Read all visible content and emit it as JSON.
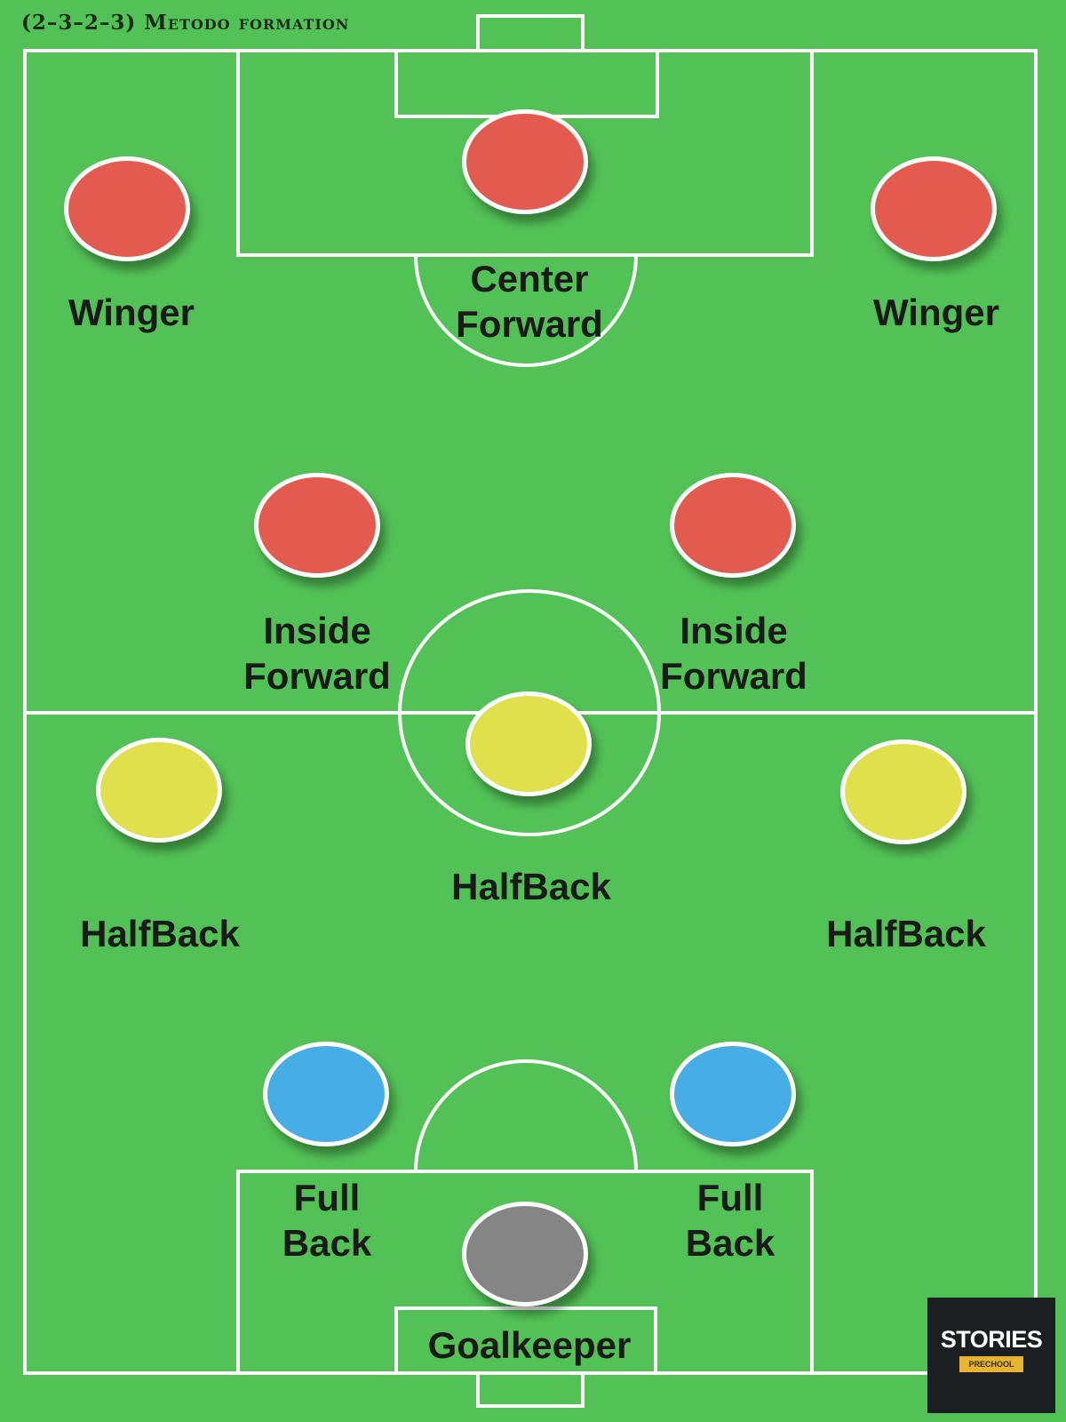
{
  "title": "(2–3–2–3) Metodo formation",
  "colors": {
    "pitch": "#52c256",
    "lines": "#ffffff",
    "forward": "#e35a4e",
    "halfback": "#dfe04c",
    "fullback": "#46ade6",
    "goalkeeper": "#858585"
  },
  "players": [
    {
      "role": "forward",
      "label": "Winger"
    },
    {
      "role": "forward",
      "label": "Center\nForward"
    },
    {
      "role": "forward",
      "label": "Winger"
    },
    {
      "role": "forward",
      "label": "Inside\nForward"
    },
    {
      "role": "forward",
      "label": "Inside\nForward"
    },
    {
      "role": "halfback",
      "label": "HalfBack"
    },
    {
      "role": "halfback",
      "label": "HalfBack"
    },
    {
      "role": "halfback",
      "label": "HalfBack"
    },
    {
      "role": "fullback",
      "label": "Full\nBack"
    },
    {
      "role": "fullback",
      "label": "Full\nBack"
    },
    {
      "role": "goalkeeper",
      "label": "Goalkeeper"
    }
  ],
  "badge": {
    "text": "STORIES",
    "sub": "PRECHOOL"
  }
}
